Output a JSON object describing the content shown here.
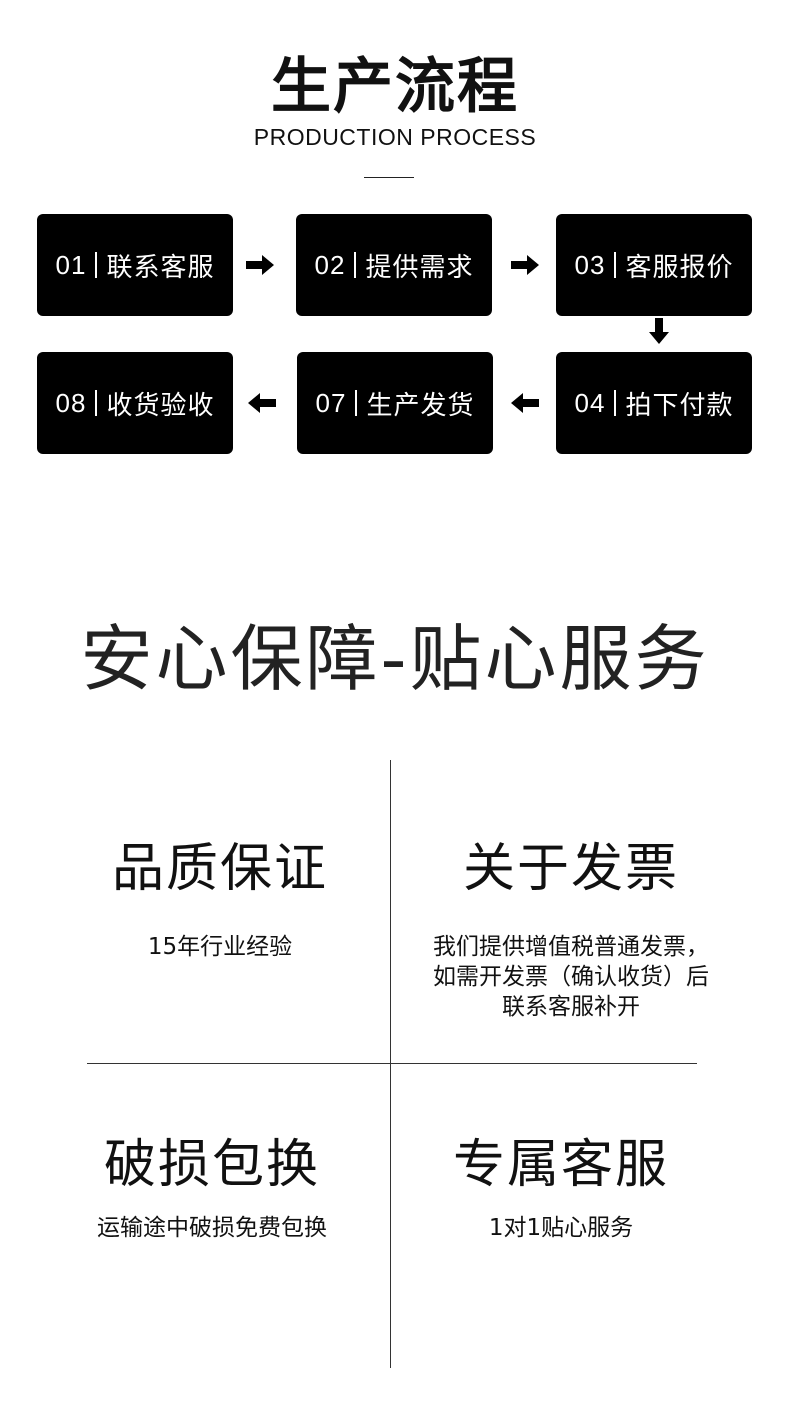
{
  "header": {
    "title": "生产流程",
    "subtitle": "PRODUCTION PROCESS"
  },
  "steps": [
    {
      "num": "01",
      "label": "联系客服"
    },
    {
      "num": "02",
      "label": "提供需求"
    },
    {
      "num": "03",
      "label": "客服报价"
    },
    {
      "num": "04",
      "label": "拍下付款"
    },
    {
      "num": "07",
      "label": "生产发货"
    },
    {
      "num": "08",
      "label": "收货验收"
    }
  ],
  "guarantee": {
    "title": "安心保障-贴心服务",
    "items": [
      {
        "heading": "品质保证",
        "lines": [
          "15年行业经验"
        ]
      },
      {
        "heading": "关于发票",
        "lines": [
          "我们提供增值税普通发票，",
          "如需开发票（确认收货）后",
          "联系客服补开"
        ]
      },
      {
        "heading": "破损包换",
        "lines": [
          "运输途中破损免费包换"
        ]
      },
      {
        "heading": "专属客服",
        "lines": [
          "1对1贴心服务"
        ]
      }
    ]
  },
  "colors": {
    "step_bg": "#000000",
    "step_text": "#ffffff",
    "text": "#111111"
  },
  "icons": [
    "arrow-right-icon",
    "arrow-down-icon",
    "arrow-left-icon"
  ]
}
